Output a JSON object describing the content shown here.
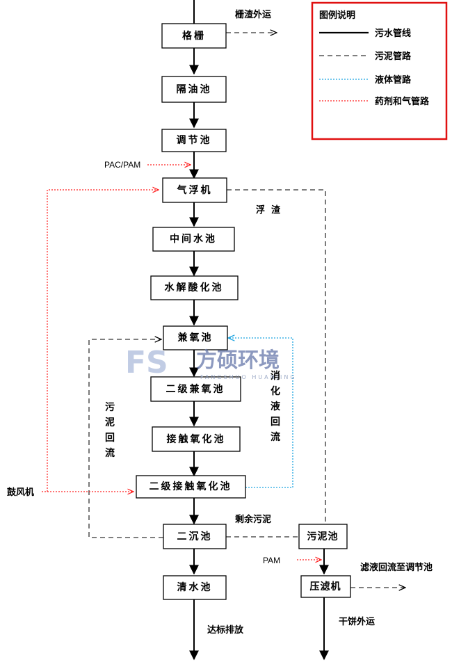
{
  "legend": {
    "title": "图例说明",
    "items": [
      {
        "label": "污水管线",
        "kind": "sewage"
      },
      {
        "label": "污泥管路",
        "kind": "sludge"
      },
      {
        "label": "液体管路",
        "kind": "liquid"
      },
      {
        "label": "药剂和气管路",
        "kind": "chem"
      }
    ]
  },
  "boxes": {
    "screen": "格栅",
    "oil_separator": "隔油池",
    "regulating_tank": "调节池",
    "air_flotation": "气浮机",
    "intermediate_tank": "中间水池",
    "hydrolysis_tank": "水解酸化池",
    "anoxic_tank": "兼氧池",
    "anoxic_tank_2": "二级兼氧池",
    "contact_oxidation": "接触氧化池",
    "contact_oxidation_2": "二级接触氧化池",
    "secondary_clarifier": "二沉池",
    "clear_water_tank": "清水池",
    "sludge_tank": "污泥池",
    "filter_press": "压滤机"
  },
  "labels": {
    "screen_residue": "栅渣外运",
    "pac_pam": "PAC/PAM",
    "scum": "浮  渣",
    "nitrified_return": [
      "消",
      "化",
      "液",
      "回",
      "流"
    ],
    "sludge_return": [
      "污",
      "泥",
      "回",
      "流"
    ],
    "blower": "鼓风机",
    "excess_sludge": "剩余污泥",
    "pam": "PAM",
    "filtrate_return": "滤液回流至调节池",
    "discharge": "达标排放",
    "cake_out": "干饼外运"
  },
  "watermark": {
    "logo": "FS",
    "name": "方硕环境",
    "pinyin": "FANGSHUO HUANJING"
  }
}
